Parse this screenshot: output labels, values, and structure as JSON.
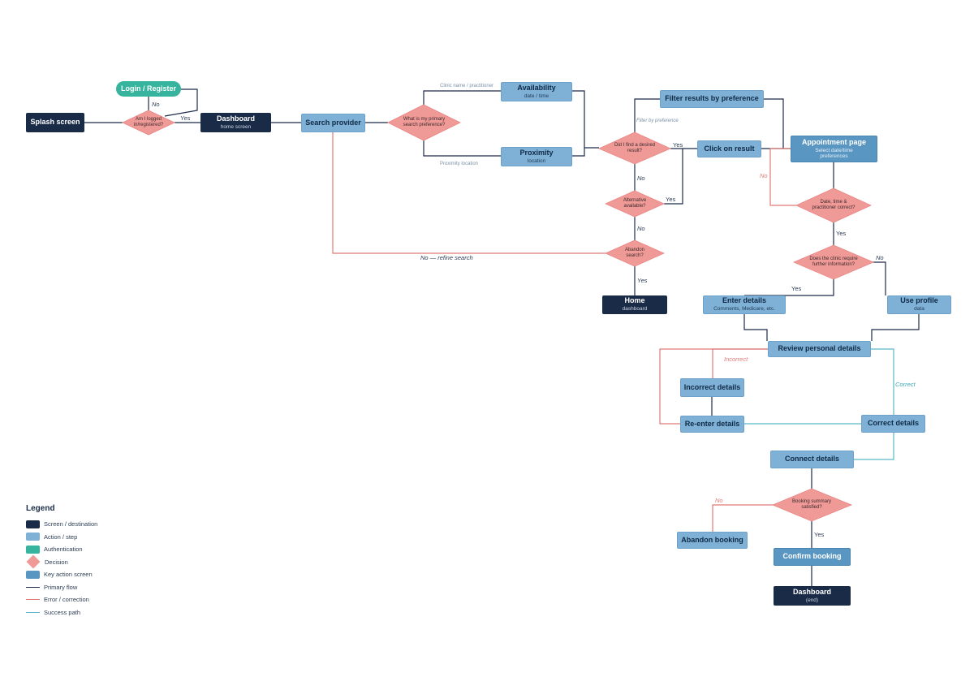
{
  "colors": {
    "screen": "#1a2b48",
    "action": "#7fb0d6",
    "auth": "#36b49d",
    "decision": "#f09a98",
    "key": "#5a96c2",
    "primary_line": "#1a2b48",
    "error_line": "#e07a78",
    "success_line": "#5bb8c7"
  },
  "nodes": {
    "splash": {
      "title": "Splash screen"
    },
    "login": {
      "title": "Login / Register"
    },
    "logged_q": {
      "text": "Am I logged in/registered?"
    },
    "dashboard_home": {
      "title": "Dashboard",
      "sub": "home screen"
    },
    "search_provider": {
      "title": "Search provider"
    },
    "pref_q": {
      "text": "What is my primary search preference?"
    },
    "availability": {
      "title": "Availability",
      "sub": "date / time"
    },
    "proximity": {
      "title": "Proximity",
      "sub": "location"
    },
    "find_q": {
      "text": "Did I find a desired result?"
    },
    "alt_q": {
      "text": "Alternative available?"
    },
    "abandon_q": {
      "text": "Abandon search?"
    },
    "home": {
      "title": "Home",
      "sub": "dashboard"
    },
    "filter": {
      "title": "Filter results by preference"
    },
    "click_result": {
      "title": "Click on result"
    },
    "appointment": {
      "title": "Appointment page",
      "sub": "Select date/time preferences"
    },
    "dtp_q": {
      "text": "Date, time & practitioner correct?"
    },
    "clinic_q": {
      "text": "Does the clinic require further information?"
    },
    "enter_details": {
      "title": "Enter details",
      "sub": "Comments, Medicare, etc."
    },
    "use_profile": {
      "title": "Use profile",
      "sub": "data"
    },
    "review": {
      "title": "Review personal details"
    },
    "incorrect": {
      "title": "Incorrect details"
    },
    "reenter": {
      "title": "Re-enter details"
    },
    "correct": {
      "title": "Correct details"
    },
    "connect": {
      "title": "Connect details"
    },
    "summary_q": {
      "text": "Booking summary satisfied?"
    },
    "abandon_booking": {
      "title": "Abandon booking"
    },
    "confirm": {
      "title": "Confirm booking"
    },
    "dashboard_end": {
      "title": "Dashboard",
      "sub": "(end)"
    }
  },
  "labels": {
    "no_login": "No",
    "yes_logged": "Yes",
    "clinic_name": "Clinic name / practitioner",
    "proximity_location": "Proximity location",
    "filter_by_pref": "Filter by preference",
    "yes_find": "Yes",
    "no_find": "No",
    "yes_alt": "Yes",
    "no_alt": "No",
    "refine": "No — refine search",
    "yes_abandon": "Yes",
    "no_dtp": "No",
    "yes_dtp": "Yes",
    "no_clinic": "No",
    "yes_clinic": "Yes",
    "incorrect_lbl": "Incorrect",
    "correct_lbl": "Correct",
    "no_summary": "No",
    "yes_summary": "Yes"
  },
  "legend": {
    "title": "Legend",
    "items": [
      {
        "label": "Screen / destination",
        "kind": "box",
        "color": "#1a2b48"
      },
      {
        "label": "Action / step",
        "kind": "box",
        "color": "#7fb0d6"
      },
      {
        "label": "Authentication",
        "kind": "box",
        "color": "#36b49d"
      },
      {
        "label": "Decision",
        "kind": "diamond",
        "color": "#f09a98"
      },
      {
        "label": "Key action screen",
        "kind": "box",
        "color": "#5a96c2"
      },
      {
        "label": "Primary flow",
        "kind": "line",
        "color": "#1a2b48"
      },
      {
        "label": "Error / correction",
        "kind": "line",
        "color": "#e07a78"
      },
      {
        "label": "Success path",
        "kind": "line",
        "color": "#5bb8c7"
      }
    ]
  }
}
